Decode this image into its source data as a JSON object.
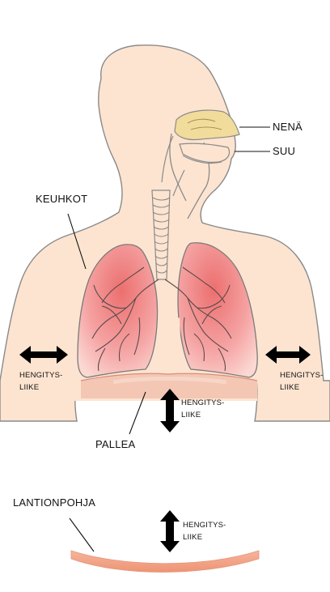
{
  "labels": {
    "nose": "NENÄ",
    "mouth": "SUU",
    "lungs": "KEUHKOT",
    "diaphragm": "PALLEA",
    "pelvic_floor": "LANTIONPOHJA",
    "breathing_line1": "HENGITYS-",
    "breathing_line2": "LIIKE"
  },
  "colors": {
    "skin": "#fde4d0",
    "skin_outline": "#7a7a7a",
    "lung_fill": "#f5a0a0",
    "lung_core": "#ef7f7f",
    "nasal": "#f2dc9c",
    "diaphragm": "#f2c4b1",
    "pelvic_floor": "#f2a78a",
    "arrow": "#000000"
  },
  "icons": [
    "double-arrow-horizontal-icon",
    "double-arrow-vertical-icon"
  ]
}
